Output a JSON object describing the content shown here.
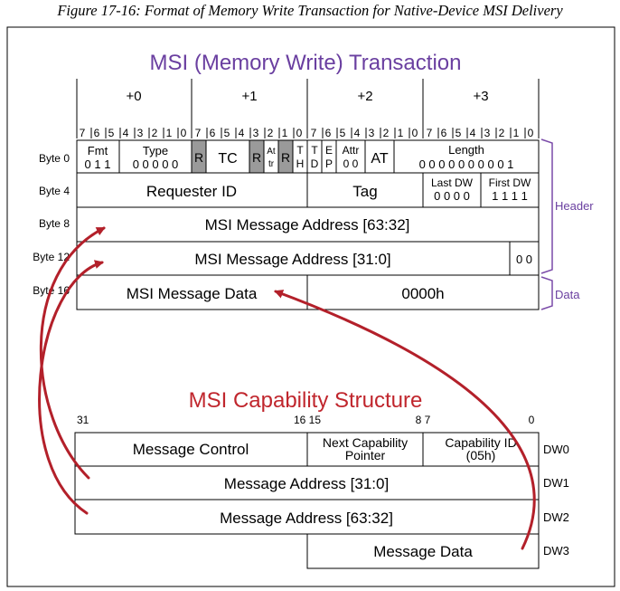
{
  "caption": "Figure 17-16: Format of Memory Write Transaction for Native-Device MSI Delivery",
  "tlp": {
    "title": "MSI (Memory Write) Transaction",
    "byte_offsets": [
      "+0",
      "+1",
      "+2",
      "+3"
    ],
    "bit_labels": [
      "7",
      "6",
      "5",
      "4",
      "3",
      "2",
      "1",
      "0"
    ],
    "row_labels": [
      "Byte 0",
      "Byte 4",
      "Byte 8",
      "Byte 12",
      "Byte 16"
    ],
    "byte0": {
      "fmt_label": "Fmt",
      "fmt_value": "0 1 1",
      "type_label": "Type",
      "type_value": "0 0 0 0 0",
      "r1": "R",
      "tc": "TC",
      "r2": "R",
      "attr1": "At",
      "attr2": "tr",
      "r3": "R",
      "th1": "T",
      "th2": "H",
      "td1": "T",
      "td2": "D",
      "ep1": "E",
      "ep2": "P",
      "attr_label": "Attr",
      "attr_value": "0 0",
      "at": "AT",
      "length_label": "Length",
      "length_value": "0 0 0 0 0 0 0 0 0 1"
    },
    "byte4": {
      "requester_id": "Requester ID",
      "tag": "Tag",
      "last_dw_label": "Last DW",
      "last_dw_value": "0 0 0 0",
      "first_dw_label": "First DW",
      "first_dw_value": "1 1 1 1"
    },
    "byte8": "MSI Message Address [63:32]",
    "byte12": "MSI Message Address [31:0]",
    "byte12_tail": "0 0",
    "byte16_data": "MSI Message Data",
    "byte16_pad": "0000h",
    "header_label": "Header",
    "data_label": "Data"
  },
  "capability": {
    "title": "MSI Capability Structure",
    "bit_labels": [
      "31",
      "16 15",
      "8 7",
      "0"
    ],
    "message_control": "Message Control",
    "next_pointer_line1": "Next Capability",
    "next_pointer_line2": "Pointer",
    "cap_id_line1": "Capability ID",
    "cap_id_line2": "(05h)",
    "message_address_low": "Message Address [31:0]",
    "message_address_high": "Message Address [63:32]",
    "message_data": "Message Data",
    "dw_labels": [
      "DW0",
      "DW1",
      "DW2",
      "DW3"
    ]
  },
  "colors": {
    "tlp_title": "#6a3fa0",
    "capability_title": "#c0262d",
    "arrow": "#b3202a",
    "reserved_fill": "#9a9a9a",
    "bracket": "#7a4aa8"
  }
}
